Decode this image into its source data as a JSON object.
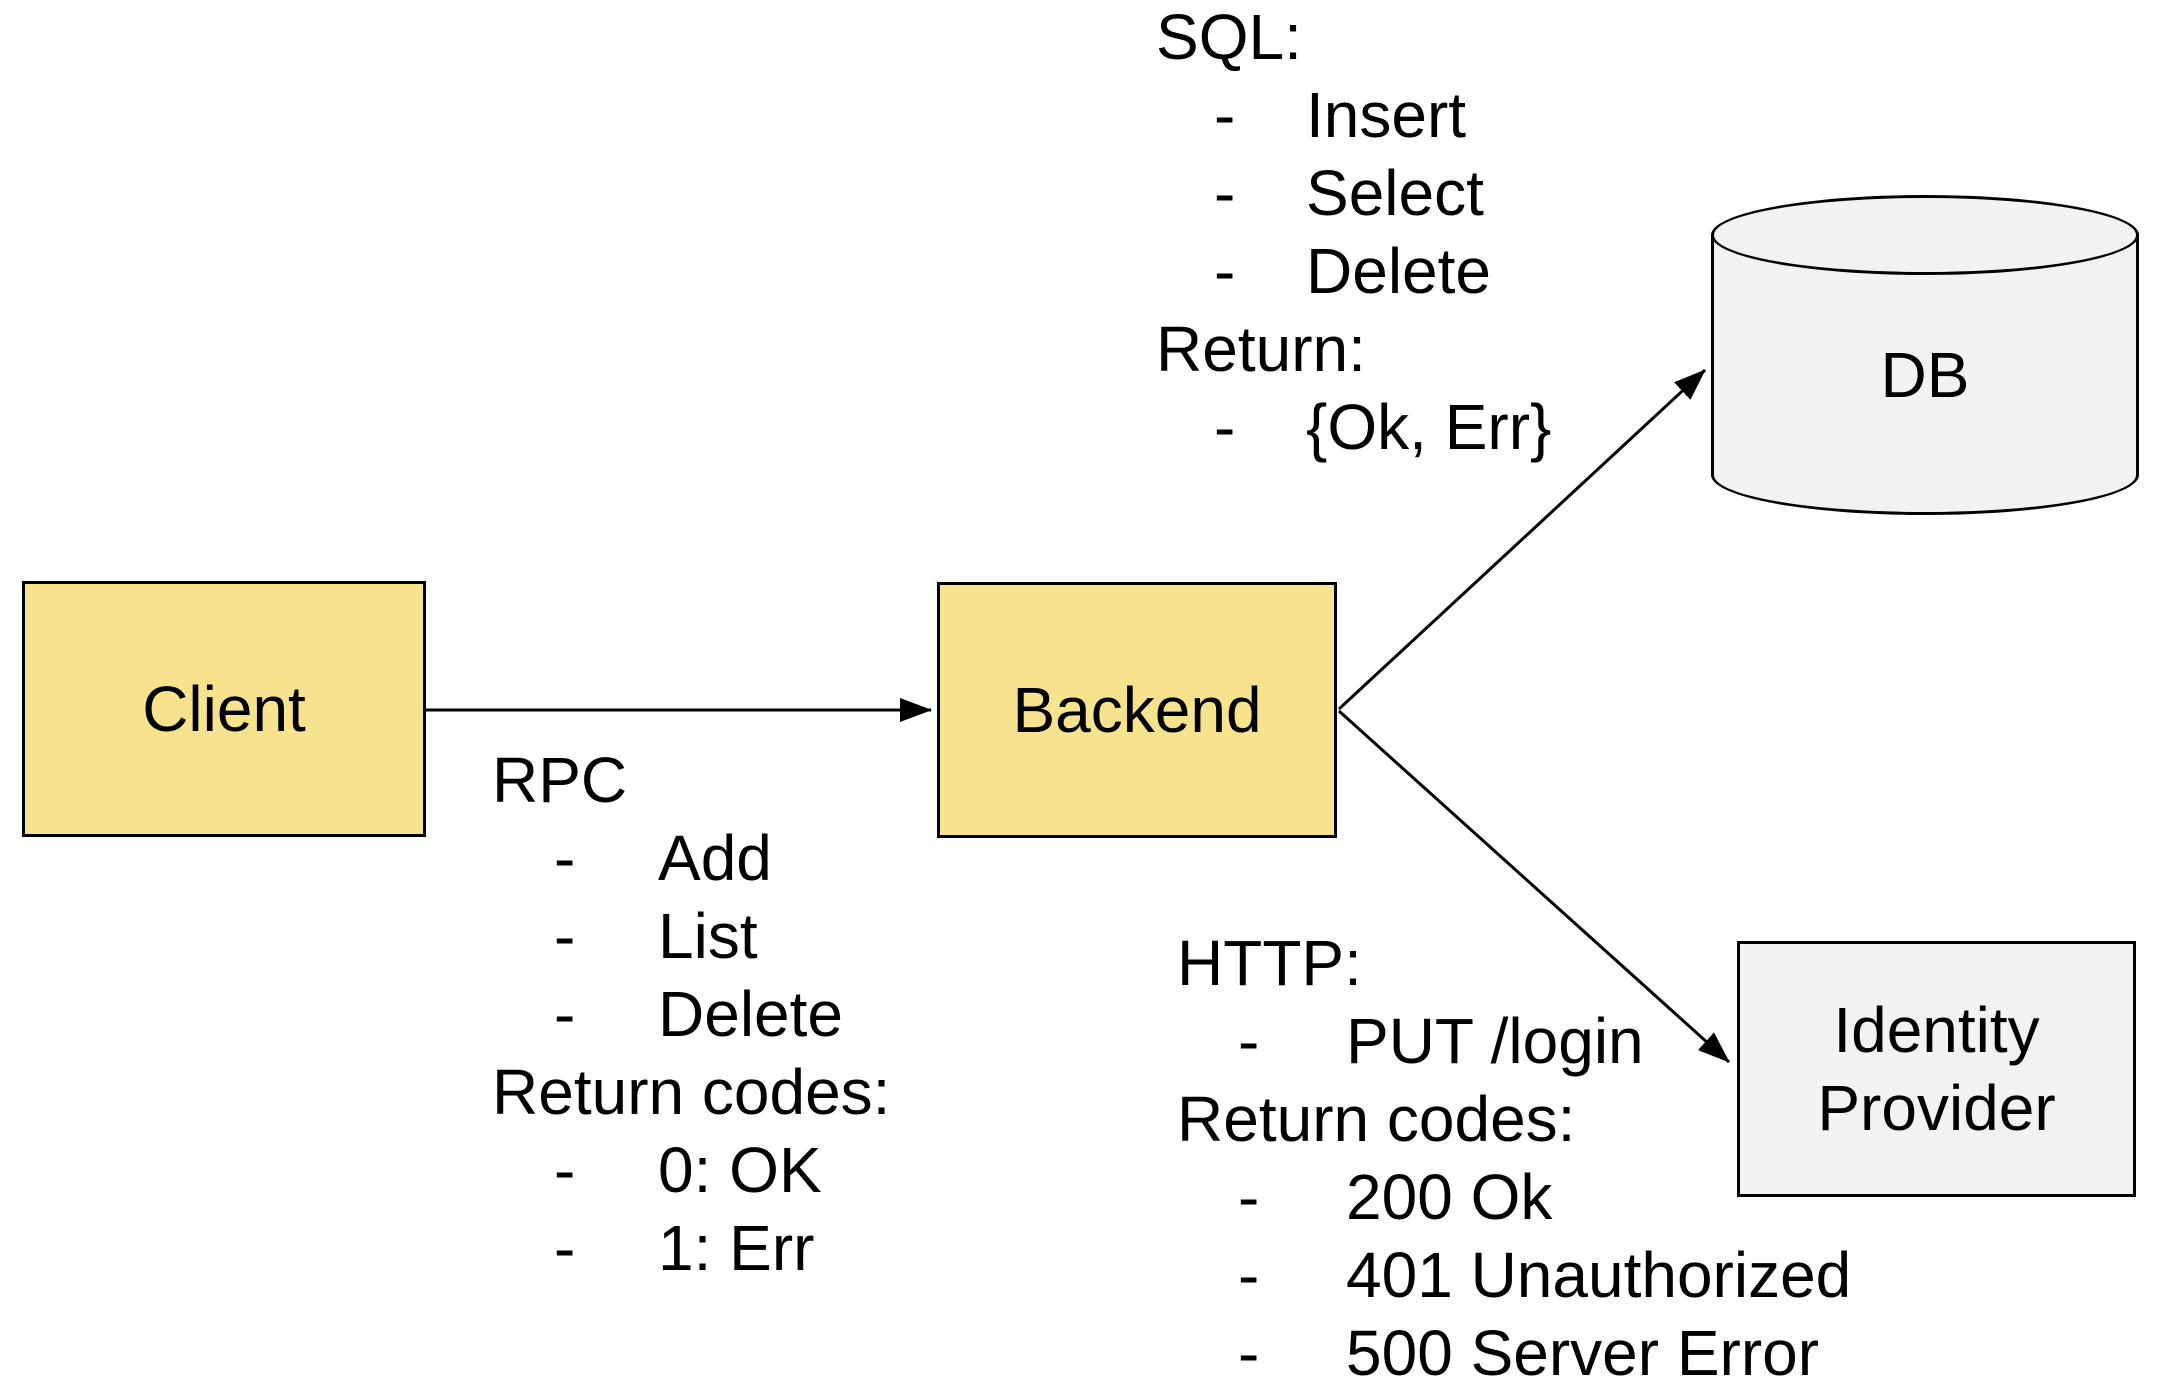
{
  "diagram": {
    "bullet_char": "-",
    "colors": {
      "node_yellow": "#f7e28e",
      "node_gray": "#f2f2f2",
      "ink": "#000000",
      "background": "#ffffff"
    },
    "nodes": {
      "client": {
        "label": "Client"
      },
      "backend": {
        "label": "Backend"
      },
      "db": {
        "label": "DB"
      },
      "identity_provider": {
        "label_line1": "Identity",
        "label_line2": "Provider"
      }
    },
    "annotations": {
      "rpc": {
        "lines": [
          {
            "bullet": false,
            "text": "RPC"
          },
          {
            "bullet": true,
            "text": "Add"
          },
          {
            "bullet": true,
            "text": "List"
          },
          {
            "bullet": true,
            "text": "Delete"
          },
          {
            "bullet": false,
            "text": "Return codes:"
          },
          {
            "bullet": true,
            "text": "0: OK"
          },
          {
            "bullet": true,
            "text": "1: Err"
          }
        ]
      },
      "sql": {
        "lines": [
          {
            "bullet": false,
            "text": "SQL:"
          },
          {
            "bullet": true,
            "text": "Insert"
          },
          {
            "bullet": true,
            "text": "Select"
          },
          {
            "bullet": true,
            "text": "Delete"
          },
          {
            "bullet": false,
            "text": "Return:"
          },
          {
            "bullet": true,
            "text": "{Ok, Err}"
          }
        ]
      },
      "http": {
        "lines": [
          {
            "bullet": false,
            "text": "HTTP:"
          },
          {
            "bullet": true,
            "text": "PUT /login"
          },
          {
            "bullet": false,
            "text": "Return codes:"
          },
          {
            "bullet": true,
            "text": "200 Ok"
          },
          {
            "bullet": true,
            "text": "401 Unauthorized"
          },
          {
            "bullet": true,
            "text": "500 Server Error"
          }
        ]
      }
    }
  }
}
